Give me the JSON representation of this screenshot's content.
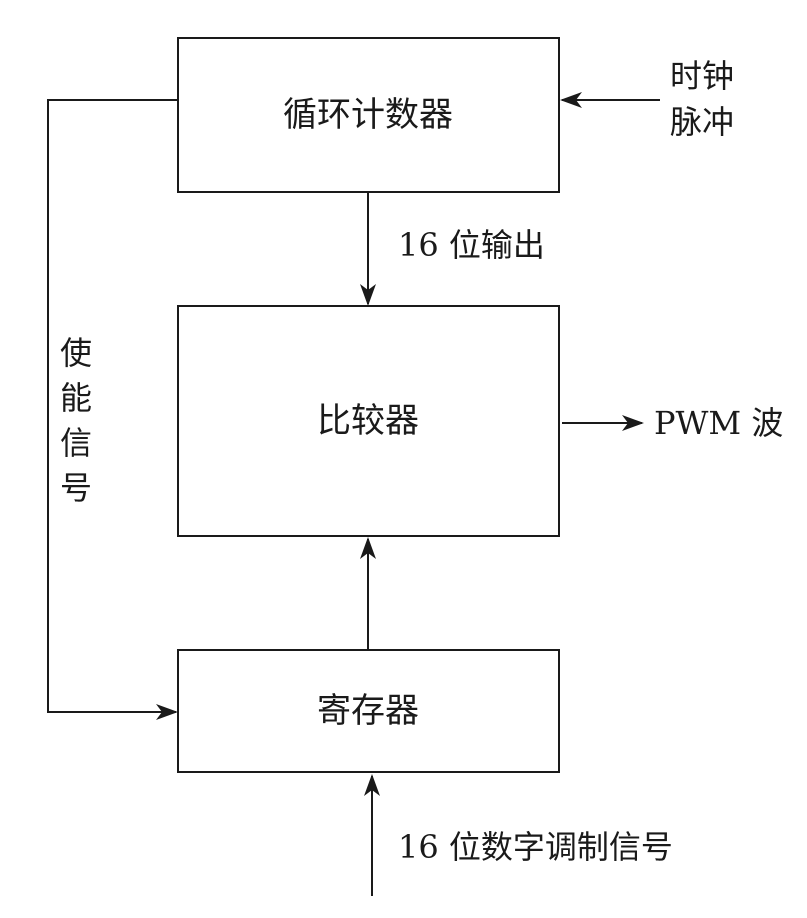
{
  "blocks": {
    "counter": "循环计数器",
    "comparator": "比较器",
    "register": "寄存器"
  },
  "signals": {
    "clock_line1": "时钟",
    "clock_line2": "脉冲",
    "counter_output": "16 位输出",
    "pwm_output": "PWM 波",
    "enable_chars": [
      "使",
      "能",
      "信",
      "号"
    ],
    "modulation_input": "16 位数字调制信号"
  }
}
